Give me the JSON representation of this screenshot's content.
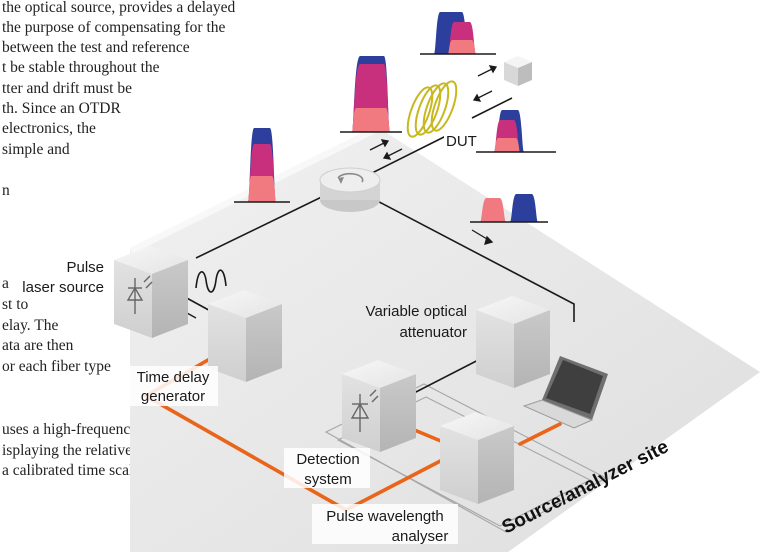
{
  "background_text": [
    "the optical source, provides a delayed",
    "the purpose of compensating for the",
    "between the test and reference",
    "t be stable throughout the",
    "tter and drift must be",
    "th. Since an OTDR",
    "electronics, the",
    "simple and",
    "n",
    "a",
    "st  to",
    "elay. The",
    "ata are then",
    "or each fiber type",
    "uses  a  high-frequency",
    "isplaying the relative arrival",
    "a calibrated time scale. An"
  ],
  "labels": {
    "pulse_laser_source_line1": "Pulse",
    "pulse_laser_source_line2": "laser source",
    "time_delay_generator_line1": "Time delay",
    "time_delay_generator_line2": "generator",
    "variable_attenuator_line1": "Variable optical",
    "variable_attenuator_line2": "attenuator",
    "detection_system_line1": "Detection",
    "detection_system_line2": "system",
    "pulse_wavelength_analyser_line1": "Pulse wavelength",
    "pulse_wavelength_analyser_line2": "analyser",
    "dut": "DUT",
    "site": "Source/analyzer site"
  },
  "colors": {
    "pulse_blue": "#2c3f9c",
    "pulse_magenta": "#c8307e",
    "pulse_salmon": "#f07a80",
    "electrical_line": "#e8651a",
    "fiber_coil": "#c8b81e",
    "platform": "#e9e9e9"
  },
  "icons": [
    "circulator-icon",
    "laptop-icon",
    "sine-wave-icon",
    "fiber-coil-icon",
    "photodiode-icon",
    "laser-diode-icon"
  ]
}
